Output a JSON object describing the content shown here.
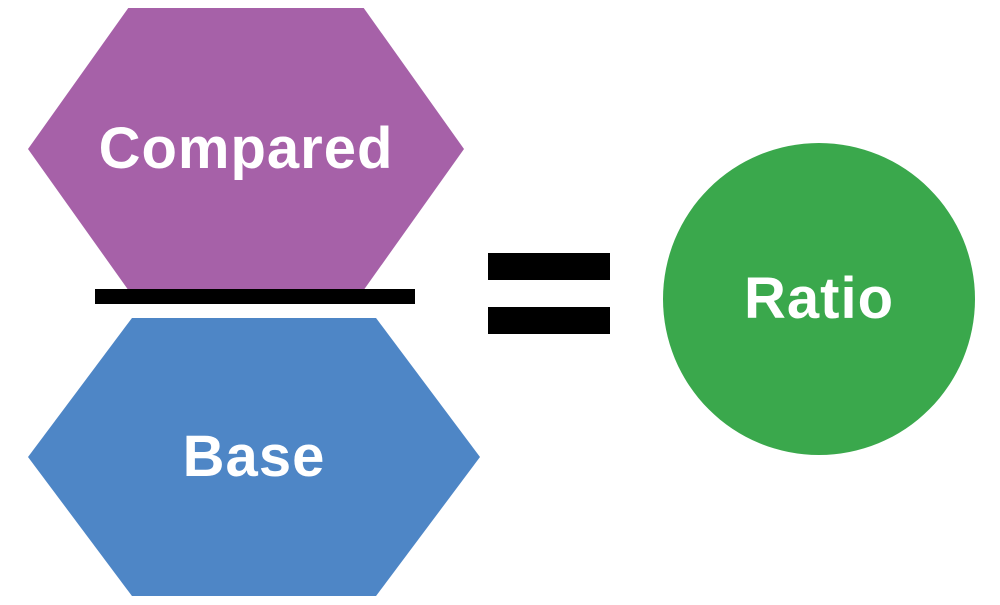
{
  "diagram": {
    "title_semantics": "ratio-formula",
    "numerator": {
      "label": "Compared",
      "color": "#a661a8",
      "shape": "hexagon"
    },
    "denominator": {
      "label": "Base",
      "color": "#4e86c6",
      "shape": "hexagon"
    },
    "result": {
      "label": "Ratio",
      "color": "#3aa84c",
      "shape": "circle"
    },
    "operator": "=",
    "fraction_bar_color": "#000000",
    "text_color": "#ffffff"
  }
}
